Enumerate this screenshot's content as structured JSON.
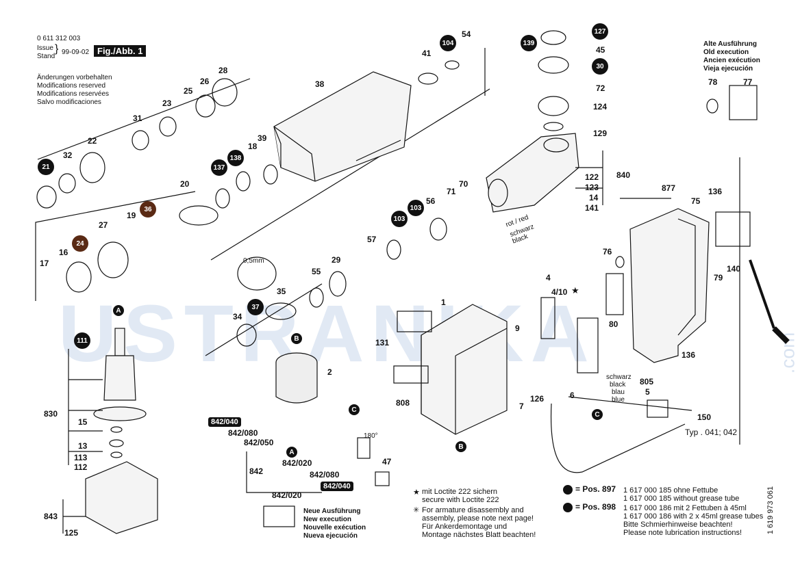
{
  "header": {
    "doc_number": "0 611 312 003",
    "issue_label": "Issue",
    "stand_label": "Stand",
    "date": "99-09-02",
    "fig_label": "Fig./Abb. 1",
    "modifications": [
      "Änderungen vorbehalten",
      "Modifications reserved",
      "Modifications reservées",
      "Salvo modificaciones"
    ]
  },
  "old_execution": [
    "Alte Ausführung",
    "Old execution",
    "Ancien exécution",
    "Vieja ejecución"
  ],
  "new_execution": [
    "Neue Ausführung",
    "New execution",
    "Nouvelle exécution",
    "Nueva ejecución"
  ],
  "watermark": {
    "main": "USTRANIKA",
    ".com": ".com"
  },
  "parts": [
    "0 611 312 003"
  ],
  "labels": {
    "p54": "54",
    "p41": "41",
    "p38": "38",
    "p28": "28",
    "p26": "26",
    "p25": "25",
    "p23": "23",
    "p31": "31",
    "p22": "22",
    "p32": "32",
    "p18": "18",
    "p39": "39",
    "p20": "20",
    "p27": "27",
    "p19": "19",
    "p17": "17",
    "p16": "16",
    "p45": "45",
    "p72": "72",
    "p124": "124",
    "p129": "129",
    "p122": "122",
    "p123": "123",
    "p14": "14",
    "p141": "141",
    "p840": "840",
    "p56": "56",
    "p71": "71",
    "p70": "70",
    "p57": "57",
    "p55": "55",
    "p29": "29",
    "p35": "35",
    "p34": "34",
    "p1": "1",
    "p131": "131",
    "p9": "9",
    "p2": "2",
    "p808": "808",
    "p7": "7",
    "p126": "126",
    "p6": "6",
    "p4": "4",
    "p410": "4/10",
    "p80": "80",
    "p76": "76",
    "p877": "877",
    "p75": "75",
    "p136a": "136",
    "p140": "140",
    "p79": "79",
    "p136b": "136",
    "p805": "805",
    "p5": "5",
    "p150": "150",
    "p78": "78",
    "p77": "77",
    "p830": "830",
    "p15": "15",
    "p13": "13",
    "p113": "113",
    "p112": "112",
    "p843": "843",
    "p125": "125",
    "p842": "842",
    "p842080": "842/080",
    "p842050": "842/050",
    "p842020": "842/020",
    "p842080b": "842/080",
    "p842020b": "842/020",
    "p47": "47",
    "mm": "0,5mm",
    "rot": "rot / red",
    "schwarz": "schwarz",
    "black": "black",
    "schwarz2": "schwarz",
    "black2": "black",
    "blau": "blau",
    "blue": "blue",
    "typ": "Typ . 041; 042",
    "deg": "180°",
    "refnum": "1 619 973 061"
  },
  "badges": {
    "b139": "139",
    "b127": "127",
    "b104": "104",
    "b30": "30",
    "b21": "21",
    "b137": "137",
    "b138": "138",
    "b36": "36",
    "b24": "24",
    "b103a": "103",
    "b103b": "103",
    "b37": "37",
    "b111": "111"
  },
  "tags": {
    "t842040a": "842/040",
    "t842040b": "842/040"
  },
  "letters": {
    "A": "A",
    "B": "B",
    "C": "C"
  },
  "notes": {
    "loctite_de": "mit Loctite 222 sichern",
    "loctite_en": "secure with Loctite 222",
    "arm1": "For armature disassembly and",
    "arm2": "assembly, please note next page!",
    "arm3": "Für Ankerdemontage und",
    "arm4": "Montage nächstes Blatt beachten!"
  },
  "grease": {
    "pos897": "= Pos. 897",
    "pos898": "= Pos. 898",
    "l1": "1 617 000 185 ohne Fettube",
    "l2": "1 617 000 185 without grease tube",
    "l3": "1 617 000 186 mit 2 Fettuben à 45ml",
    "l4": "1 617 000 186 with 2 x 45ml grease tubes",
    "l5": "Bitte Schmierhinweise beachten!",
    "l6": "Please note lubrication instructions!"
  }
}
